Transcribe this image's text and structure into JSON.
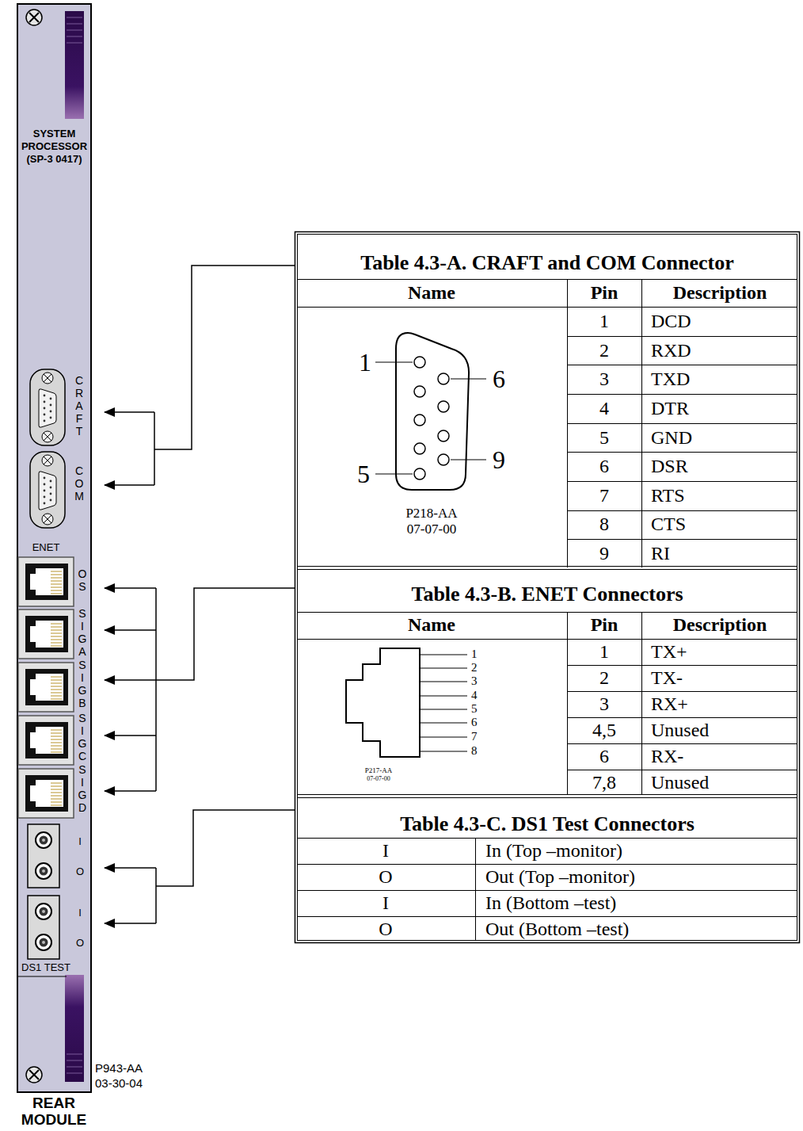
{
  "diagram": {
    "nodes": [
      {
        "text": [
          "SYSTEM PROCESSOR (SP-3 0417)"
        ]
      },
      {
        "text": [
          "Table 4.3-A.  CRAFT and COM Connector"
        ]
      },
      {
        "text": [
          "Table 4.3-B.  ENET Connectors"
        ]
      },
      {
        "text": [
          "Table 4.3-C.  DS1 Test Connectors"
        ]
      }
    ],
    "labels": [
      "CRAFT",
      "COM",
      "ENET",
      "OS",
      "SIG A",
      "SIG B",
      "SIG C",
      "SIG D",
      "I",
      "O",
      "I",
      "O",
      "DS1 TEST",
      "P943-AA",
      "03-30-04",
      "REAR MODULE",
      "Name",
      "Pin",
      "Description",
      "1",
      "6",
      "5",
      "9",
      "P218-AA",
      "07-07-00",
      "1",
      "DCD",
      "2",
      "RXD",
      "3",
      "TXD",
      "4",
      "DTR",
      "5",
      "GND",
      "6",
      "DSR",
      "7",
      "RTS",
      "8",
      "CTS",
      "9",
      "RI",
      "Name",
      "Pin",
      "Description",
      "1",
      "2",
      "3",
      "4",
      "5",
      "6",
      "7",
      "8",
      "P217-AA",
      "07-07-00",
      "1",
      "TX+",
      "2",
      "TX-",
      "3",
      "RX+",
      "4,5",
      "Unused",
      "6",
      "RX-",
      "7,8",
      "Unused",
      "I",
      "In (Top –monitor)",
      "O",
      "Out (Top –monitor)",
      "I",
      "In (Bottom –test)",
      "O",
      "Out (Bottom –test)"
    ]
  }
}
